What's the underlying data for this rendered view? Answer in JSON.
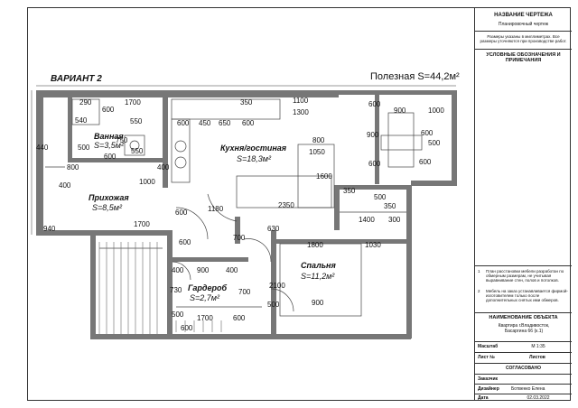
{
  "header": {
    "variant": "ВАРИАНТ 2",
    "useful_area": "Полезная S=44,2м²"
  },
  "rooms": {
    "bathroom": {
      "name": "Ванная",
      "area": "S=3,5м²"
    },
    "kitchen": {
      "name": "Кухня/гостиная",
      "area": "S=18,3м²"
    },
    "hall": {
      "name": "Прихожая",
      "area": "S=8,5м²"
    },
    "bedroom": {
      "name": "Спальня",
      "area": "S=11,2м²"
    },
    "wardrobe": {
      "name": "Гардероб",
      "area": "S=2,7м²"
    }
  },
  "dimensions": {
    "d290": "290",
    "d1700a": "1700",
    "d550a": "550",
    "d540": "540",
    "d600a": "600",
    "d1100": "1100",
    "d1300": "1300",
    "d350a": "350",
    "d600b": "600",
    "d450": "450",
    "d650": "650",
    "d600c": "600",
    "d900a": "900",
    "d1000a": "1000",
    "d600d": "600",
    "d750": "750",
    "d550b": "550",
    "d500a": "500",
    "d440": "440",
    "d600e": "600",
    "d800a": "800",
    "d800b": "800",
    "d400a": "400",
    "d1000b": "1000",
    "d400b": "400",
    "d1050": "1050",
    "d1600": "1600",
    "d900b": "900",
    "d600f": "600",
    "d1180": "1180",
    "d2350": "2350",
    "d350b": "350",
    "d1400": "1400",
    "d500b": "500",
    "d350c": "350",
    "d1700b": "1700",
    "d940": "940",
    "d600g": "600",
    "d600h": "600",
    "d630": "630",
    "d700a": "700",
    "d1800": "1800",
    "d1030": "1030",
    "d900c": "900",
    "d400c": "400",
    "d400d": "400",
    "d730": "730",
    "d500c": "500",
    "d2100": "2100",
    "d700b": "700",
    "d900d": "900",
    "d1700c": "1700",
    "d600i": "600",
    "d600j": "600",
    "d500d": "500",
    "d300": "300",
    "d600k": "600",
    "d600l": "600",
    "d500e": "500"
  },
  "stamp": {
    "title_label": "НАЗВАНИЕ ЧЕРТЕЖА",
    "title_value": "Планировочный чертеж",
    "note": "Размеры указаны в миллиметрах. Все размеры уточняются при производстве работ.",
    "legend_title": "УСЛОВНЫЕ ОБОЗНАЧЕНИЯ И ПРИМЕЧАНИЯ",
    "notes": [
      {
        "num": "1",
        "text": "План расстановки мебели разработан по обмерным размерам, не учитывая выравнивание стен, полов и потолков."
      },
      {
        "num": "2",
        "text": "Мебель на заказ устанавливается фирмой-изготовителем только после дополнительных снятых ими обмеров."
      }
    ],
    "object_label": "НАИМЕНОВАНИЕ ОБЪЕКТА",
    "object_value": "Квартира г.Владивосток, Басаргина 66 (к.1)",
    "scale_label": "Масштаб",
    "scale_value": "М 1:35",
    "sheet_label": "Лист №",
    "sheets_label": "Листов",
    "agreed": "СОГЛАСОВАНО",
    "customer_label": "Заказчик",
    "designer_label": "Дизайнер",
    "designer_value": "Ботвенко Елена",
    "date_label": "Дата",
    "date_value": "02.03.2022"
  }
}
